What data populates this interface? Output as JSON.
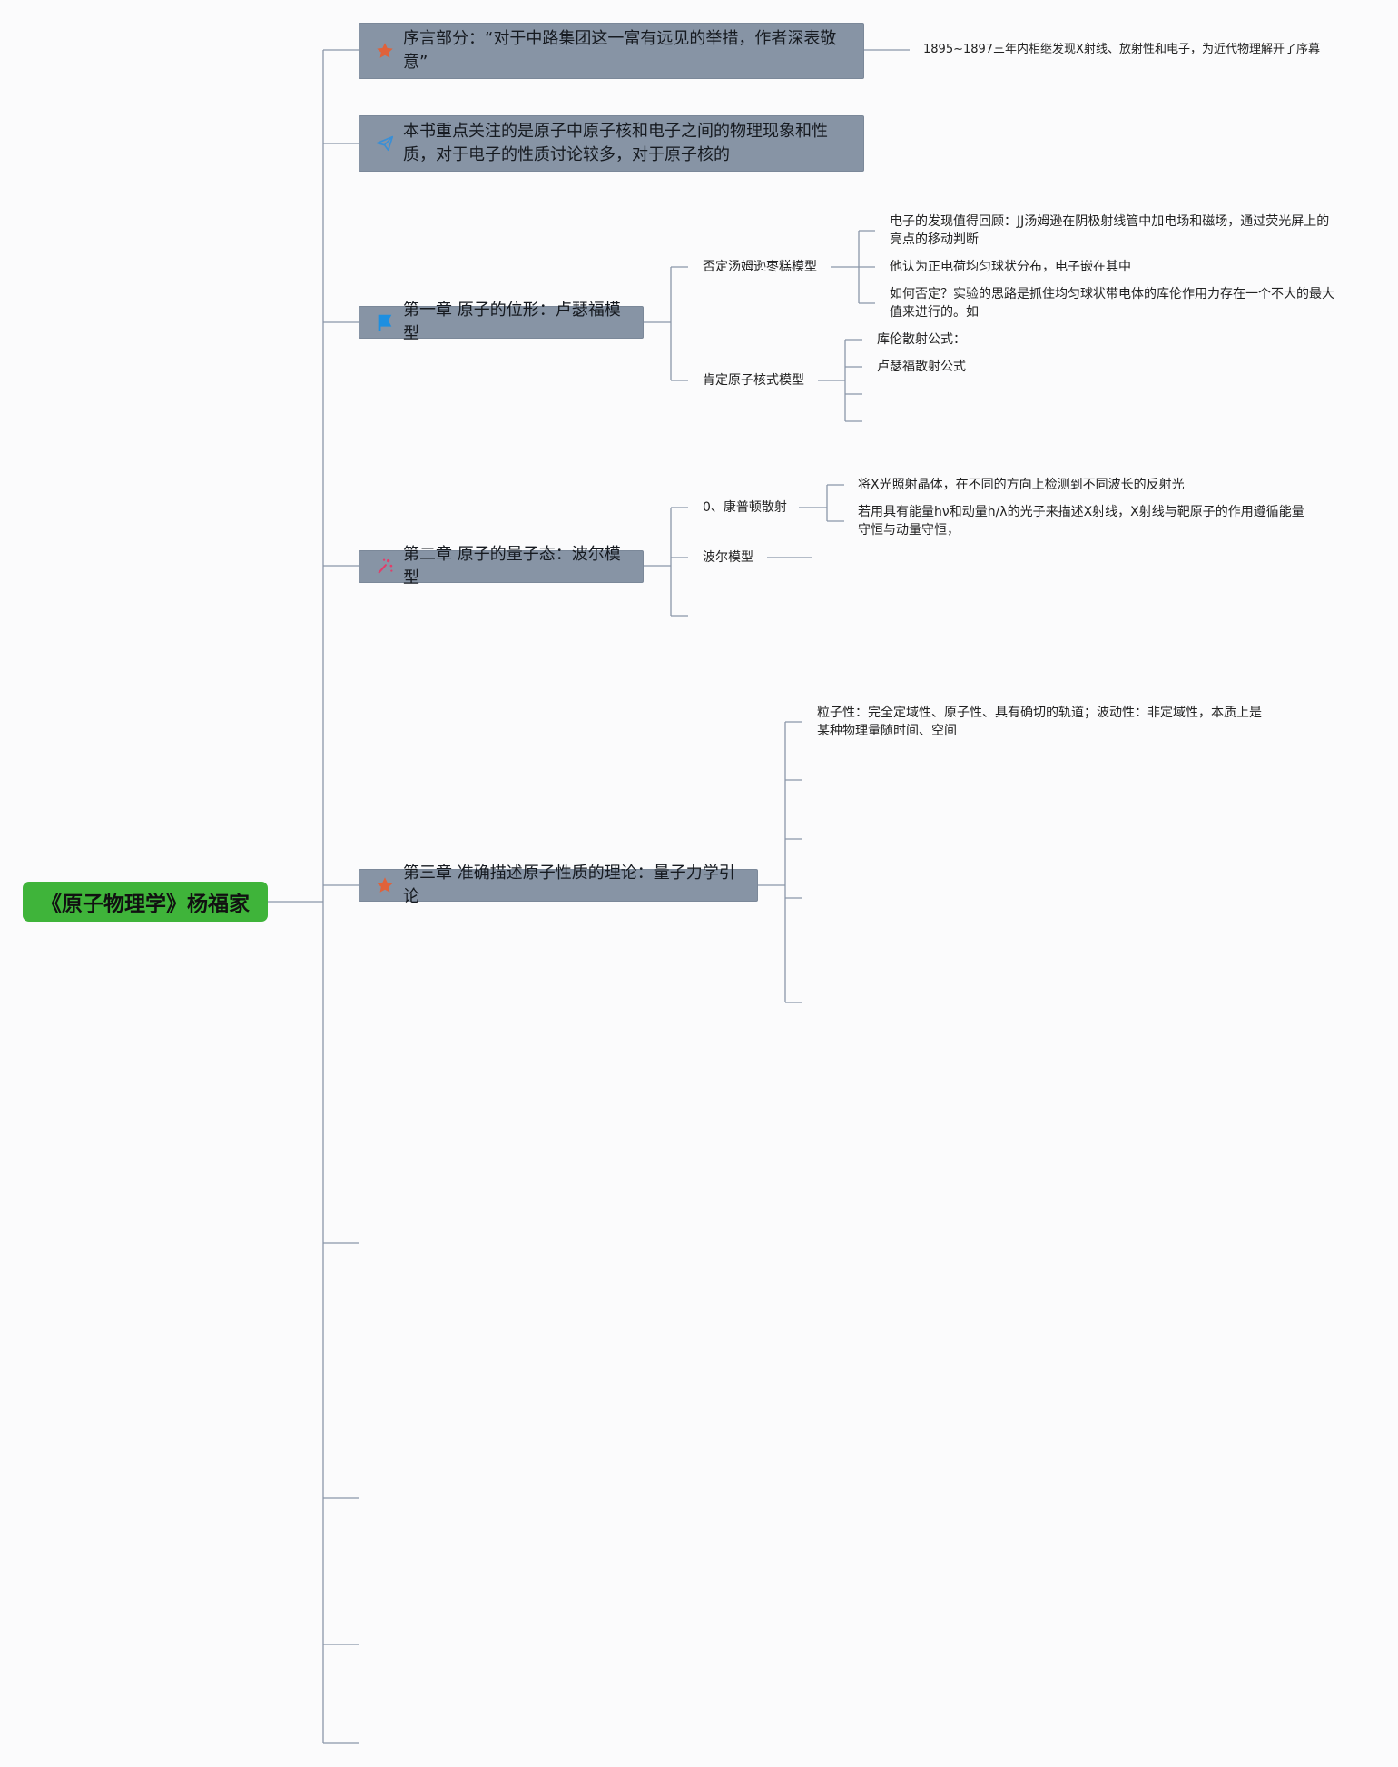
{
  "root": {
    "label": "《原子物理学》杨福家"
  },
  "topics": [
    {
      "label": "序言部分：“对于中路集团这一富有远见的举措，作者深表敬意”",
      "icon": "star-icon",
      "icon_color": "#e0623b"
    },
    {
      "label": "本书重点关注的是原子中原子核和电子之间的物理现象和性质，对于电子的性质讨论较多，对于原子核的",
      "icon": "paper-plane-icon",
      "icon_color": "#3a8fd6"
    },
    {
      "label": "第一章 原子的位形：卢瑟福模型",
      "icon": "flag-icon",
      "icon_color": "#1e8fe0"
    },
    {
      "label": "第二章 原子的量子态：波尔模型",
      "icon": "sparkle-icon",
      "icon_color": "#e23d6a"
    },
    {
      "label": "第三章 准确描述原子性质的理论：量子力学引论",
      "icon": "star-icon",
      "icon_color": "#e0623b"
    }
  ],
  "preface": {
    "note": "1895~1897三年内相继发现X射线、放射性和电子，为近代物理解开了序幕"
  },
  "chapter1": {
    "thomson": {
      "label": "否定汤姆逊枣糕模型",
      "items": [
        "电子的发现值得回顾：JJ汤姆逊在阴极射线管中加电场和磁场，通过荧光屏上的亮点的移动判断",
        "他认为正电荷均匀球状分布，电子嵌在其中",
        "如何否定？实验的思路是抓住均匀球状带电体的库伦作用力存在一个不大的最大值来进行的。如"
      ]
    },
    "nucleus": {
      "label": "肯定原子核式模型",
      "items": [
        "库伦散射公式：",
        "卢瑟福散射公式"
      ]
    }
  },
  "chapter2": {
    "compton": {
      "label": "0、康普顿散射",
      "items": [
        "将X光照射晶体，在不同的方向上检测到不同波长的反射光",
        "若用具有能量hν和动量h/λ的光子来描述X射线，X射线与靶原子的作用遵循能量守恒与动量守恒，"
      ]
    },
    "bohr": {
      "label": "波尔模型"
    }
  },
  "chapter3": {
    "items": [
      "粒子性：完全定域性、原子性、具有确切的轨道；波动性：非定域性，本质上是某种物理量随时间、空间"
    ]
  }
}
